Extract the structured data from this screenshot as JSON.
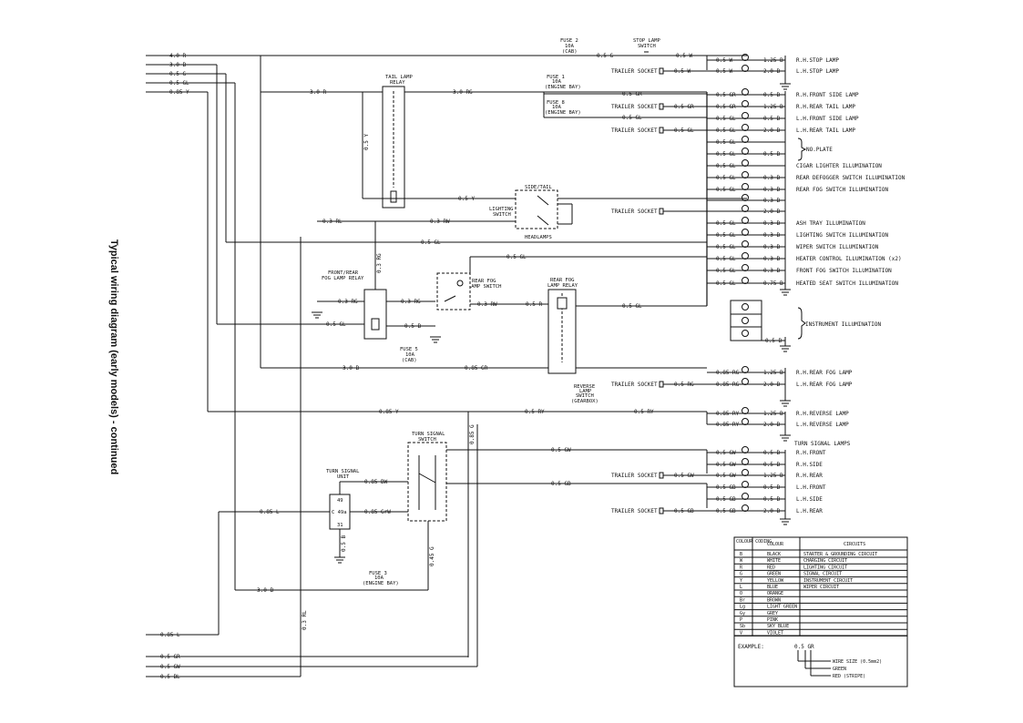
{
  "title": "Typical wiring diagram (early models) - continued",
  "feeds": [
    "4.0 R",
    "3.0 B",
    "0.5 G",
    "0.5 GL",
    "0.85 Y"
  ],
  "bottom_feeds": [
    "0.85 L",
    "0.5 GR",
    "0.5 GW",
    "0.5 BL"
  ],
  "components": {
    "fuse2": [
      "FUSE 2",
      "10A",
      "(CAB)"
    ],
    "stop_switch": [
      "STOP LAMP",
      "SWITCH"
    ],
    "fuse1": [
      "FUSE 1",
      "10A",
      "(ENGINE BAY)"
    ],
    "fuse8": [
      "FUSE 8",
      "10A",
      "(ENGINE BAY)"
    ],
    "tail_relay": [
      "TAIL LAMP",
      "RELAY"
    ],
    "side_tail": "SIDE/TAIL",
    "lighting_switch": [
      "LIGHTING",
      "SWITCH"
    ],
    "headlamps": "HEADLAMPS",
    "front_rear_fog_relay": [
      "FRONT/REAR",
      "FOG LAMP RELAY"
    ],
    "rear_fog_switch": [
      "REAR FOG",
      "LAMP SWITCH"
    ],
    "rear_fog_relay": [
      "REAR FOG",
      "LAMP RELAY"
    ],
    "fuse5": [
      "FUSE 5",
      "10A",
      "(CAB)"
    ],
    "reverse_switch": [
      "REVERSE",
      "LAMP",
      "SWITCH",
      "(GEARBOX)"
    ],
    "turn_signal_switch": [
      "TURN SIGNAL",
      "SWITCH"
    ],
    "turn_signal_unit": [
      "TURN SIGNAL",
      "UNIT"
    ],
    "tsu_pins": [
      "49",
      "C  49a",
      "31"
    ],
    "fuse3": [
      "FUSE 3",
      "10A",
      "(ENGINE BAY)"
    ],
    "trailer_socket": "TRAILER SOCKET",
    "no_plate": "NO.PLATE",
    "instrument_illumination": "INSTRUMENT ILLUMINATION",
    "turn_signal_lamps": "TURN SIGNAL LAMPS"
  },
  "wire_labels": {
    "relay_in": "3.0 R",
    "relay_out": "3.0 RG",
    "relay_coil": "0.5 Y",
    "lighting_feed": "0.5 Y",
    "fog_rl_a": "0.3 RL",
    "fog_rl_b": "0.3 RW",
    "fog_gl": "0.5 GL",
    "fog_rg": "0.3 RG",
    "fog_relay_rg": "0.3 RG",
    "rear_fog_rw": "0.3 RW",
    "rear_fog_r": "0.5 R",
    "fog_gl2": "0.5 GL",
    "fog_gl3": "0.5 GL",
    "fog_b": "0.5 B",
    "vert_y": "0.5 Y",
    "vert_rg": "0.3 RG",
    "fuse5_in": "3.0 B",
    "fuse5_out": "0.85 GR",
    "rev_in": "0.85 Y",
    "rev_mid": "0.5 RY",
    "rev_out": "0.5 RY",
    "ts_gw": "0.5 GW",
    "ts_gb": "0.5 GB",
    "tsu_bw": "0.85 BW",
    "tsu_l": "0.85 L",
    "tsu_gw": "0.85 GrW",
    "tsu_b": "0.5 B",
    "ts_g": "0.85 G",
    "ts_g2": "0.45 G",
    "fuse3_in": "3.0 B",
    "rl_vert": "0.3 RL",
    "stop_in": "0.5 G",
    "stop_out": "0.5 W"
  },
  "lamp_rows": [
    {
      "left": "0.5 W",
      "right": "1.25 B",
      "label": "R.H.STOP LAMP"
    },
    {
      "left": "0.5 W",
      "right": "2.0 B",
      "label": "L.H.STOP LAMP",
      "trailer": "0.5 W"
    },
    {
      "left": "0.5 GR",
      "right": "0.5 B",
      "label": "R.H.FRONT SIDE LAMP"
    },
    {
      "left": "0.5 GR",
      "right": "1.25 B",
      "label": "R.H.REAR TAIL LAMP",
      "trailer": "0.5 GR"
    },
    {
      "left": "0.5 GL",
      "right": "0.5 B",
      "label": "L.H.FRONT SIDE LAMP"
    },
    {
      "left": "0.5 GL",
      "right": "2.0 B",
      "label": "L.H.REAR TAIL LAMP",
      "trailer": "0.5 GL"
    },
    {
      "left": "0.5 GL",
      "right": "",
      "label": ""
    },
    {
      "left": "0.5 GL",
      "right": "0.5 B",
      "label": ""
    },
    {
      "left": "0.5 GL",
      "right": "",
      "label": "CIGAR LIGHTER ILLUMINATION"
    },
    {
      "left": "0.5 GL",
      "right": "0.3 B",
      "label": "REAR DEFOGGER SWITCH ILLUMINATION"
    },
    {
      "left": "0.5 GL",
      "right": "0.3 B",
      "label": "REAR FOG SWITCH ILLUMINATION"
    },
    {
      "left": "",
      "right": "0.3 B",
      "label": ""
    },
    {
      "left": "",
      "right": "2.0 B",
      "label": "",
      "trailer": ""
    },
    {
      "left": "0.5 GL",
      "right": "0.3 B",
      "label": "ASH TRAY ILLUMINATION"
    },
    {
      "left": "0.5 GL",
      "right": "0.3 B",
      "label": "LIGHTING SWITCH ILLUMINATION"
    },
    {
      "left": "0.5 GL",
      "right": "0.3 B",
      "label": "WIPER SWITCH ILLUMINATION"
    },
    {
      "left": "0.5 GL",
      "right": "0.3 B",
      "label": "HEATER CONTROL ILLUMINATION (x2)"
    },
    {
      "left": "0.5 GL",
      "right": "0.3 B",
      "label": "FRONT FOG SWITCH ILLUMINATION"
    },
    {
      "left": "0.5 GL",
      "right": "0.75 B",
      "label": "HEATED SEAT SWITCH ILLUMINATION"
    }
  ],
  "fog_rows": [
    {
      "left": "0.85 RG",
      "right": "1.25 B",
      "label": "R.H.REAR FOG LAMP"
    },
    {
      "left": "0.85 RG",
      "right": "2.0 B",
      "label": "L.H.REAR FOG LAMP",
      "trailer": "0.5 RG"
    }
  ],
  "reverse_rows": [
    {
      "left": "0.85 RY",
      "right": "1.25 B",
      "label": "R.H.REVERSE LAMP"
    },
    {
      "left": "0.85 RY",
      "right": "2.0 B",
      "label": "L.H.REVERSE LAMP"
    }
  ],
  "turn_rows": [
    {
      "left": "0.5 GW",
      "right": "0.5 B",
      "label": "R.H.FRONT"
    },
    {
      "left": "0.5 GW",
      "right": "0.5 B",
      "label": "R.H.SIDE"
    },
    {
      "left": "0.5 GW",
      "right": "1.25 B",
      "label": "R.H.REAR",
      "trailer": "0.5 GW"
    },
    {
      "left": "0.5 GB",
      "right": "0.5 B",
      "label": "L.H.FRONT"
    },
    {
      "left": "0.5 GB",
      "right": "0.5 B",
      "label": "L.H.SIDE"
    },
    {
      "left": "0.5 GB",
      "right": "2.0 B",
      "label": "L.H.REAR",
      "trailer": "0.5 GB"
    }
  ],
  "instrument_wires": {
    "in": "0.5 GL",
    "out": "0.5 B"
  },
  "colour_table": {
    "headers": [
      "COLOUR CODING",
      "COLOUR",
      "CIRCUITS"
    ],
    "rows": [
      [
        "B",
        "BLACK",
        "STARTER & GROUNDING CIRCUIT"
      ],
      [
        "W",
        "WHITE",
        "CHARGING CIRCUIT"
      ],
      [
        "R",
        "RED",
        "LIGHTING CIRCUIT"
      ],
      [
        "G",
        "GREEN",
        "SIGNAL CIRCUIT"
      ],
      [
        "Y",
        "YELLOW",
        "INSTRUMENT CIRCUIT"
      ],
      [
        "L",
        "BLUE",
        "WIPER CIRCUIT"
      ],
      [
        "O",
        "ORANGE",
        ""
      ],
      [
        "Br",
        "BROWN",
        ""
      ],
      [
        "Lg",
        "LIGHT GREEN",
        ""
      ],
      [
        "Gy",
        "GREY",
        ""
      ],
      [
        "P",
        "PINK",
        ""
      ],
      [
        "Sb",
        "SKY BLUE",
        ""
      ],
      [
        "V",
        "VIOLET",
        ""
      ]
    ],
    "example_label": "EXAMPLE:",
    "example_code": "0.5 GR",
    "example_notes": [
      "WIRE SIZE (0.5mm2)",
      "GREEN",
      "RED (STRIPE)"
    ]
  }
}
